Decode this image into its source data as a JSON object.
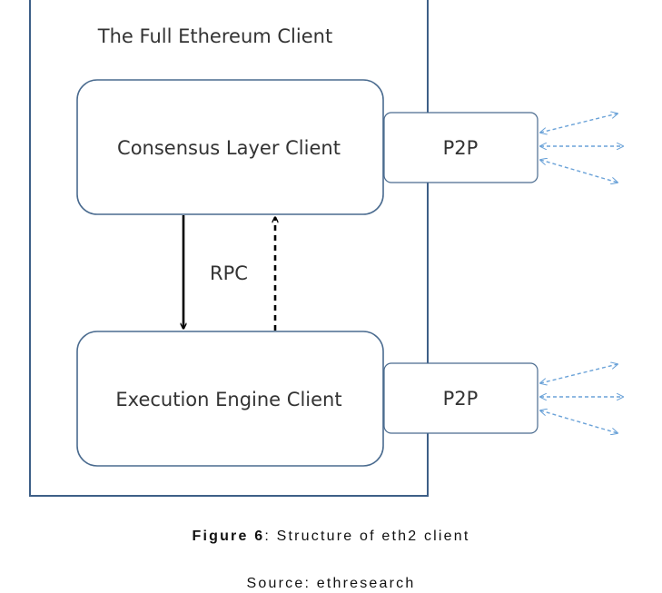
{
  "diagram": {
    "container_title": "The Full Ethereum Client",
    "consensus_label": "Consensus Layer Client",
    "execution_label": "Execution Engine Client",
    "p2p_top_label": "P2P",
    "p2p_bottom_label": "P2P",
    "rpc_label": "RPC"
  },
  "caption": {
    "figure_prefix": "Figure 6",
    "figure_text": ": Structure of eth2 client",
    "source": "Source: ethresearch"
  },
  "colors": {
    "outline": "#3e5f87",
    "box_border": "#4a6b8f",
    "arrow_blue": "#6aa2d8",
    "text": "#333333"
  }
}
